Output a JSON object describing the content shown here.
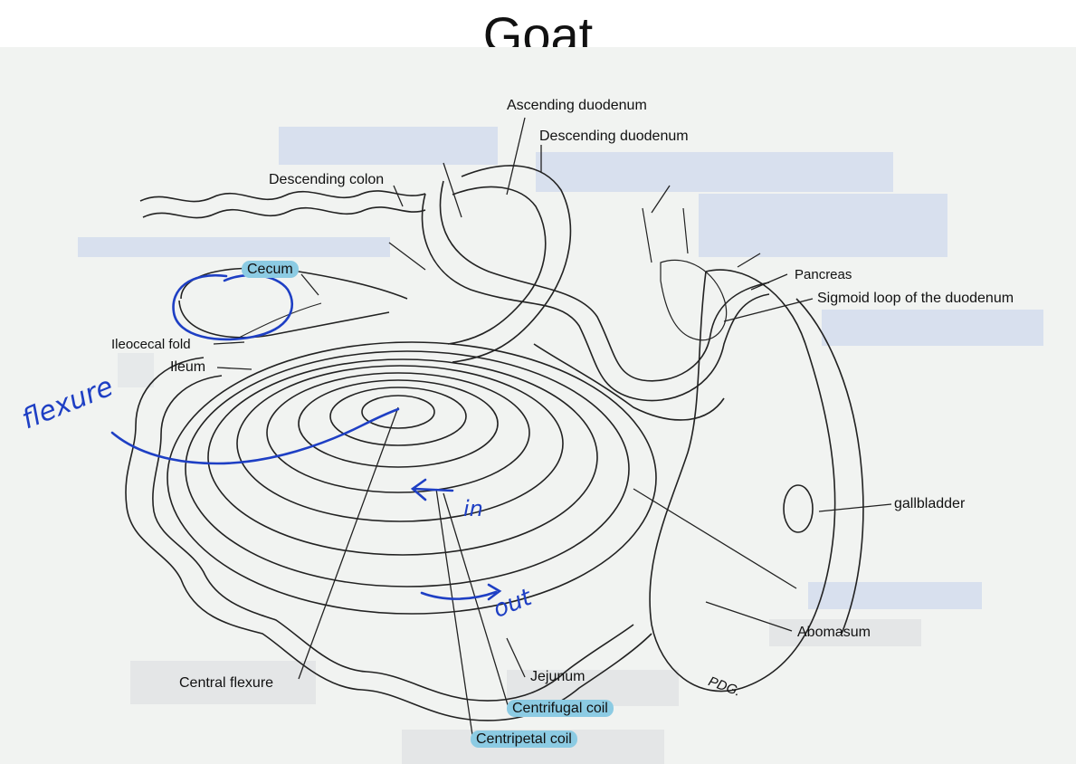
{
  "title": "Goat",
  "labels": {
    "ascending_duodenum": "Ascending duodenum",
    "descending_duodenum": "Descending duodenum",
    "descending_colon": "Descending colon",
    "cecum": "Cecum",
    "ileocecal_fold": "Ileocecal fold",
    "ileum": "Ileum",
    "pancreas": "Pancreas",
    "sigmoid_loop": "Sigmoid loop of the duodenum",
    "gallbladder": "gallbladder",
    "abomasum": "Abomasum",
    "central_flexure": "Central flexure",
    "jejunum": "Jejunum",
    "centrifugal_coil": "Centrifugal coil",
    "centripetal_coil": "Centripetal coil",
    "signature": "PDG."
  },
  "annotations": {
    "flexure": "flexure",
    "in": "in",
    "out": "out"
  },
  "colors": {
    "ink": "#1e3fc4",
    "highlight": "#8ccbe3",
    "cover_box": "#d8e0ee",
    "line": "#222222"
  }
}
